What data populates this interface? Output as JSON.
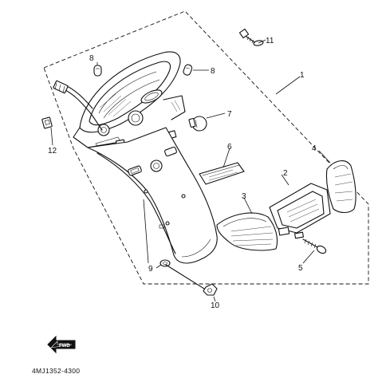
{
  "diagram": {
    "part_code": "4MJ1352-4300",
    "fwd_label": "FWD",
    "callouts": [
      "1",
      "2",
      "3",
      "4",
      "5",
      "6",
      "7",
      "8",
      "8",
      "9",
      "10",
      "11",
      "12"
    ]
  }
}
